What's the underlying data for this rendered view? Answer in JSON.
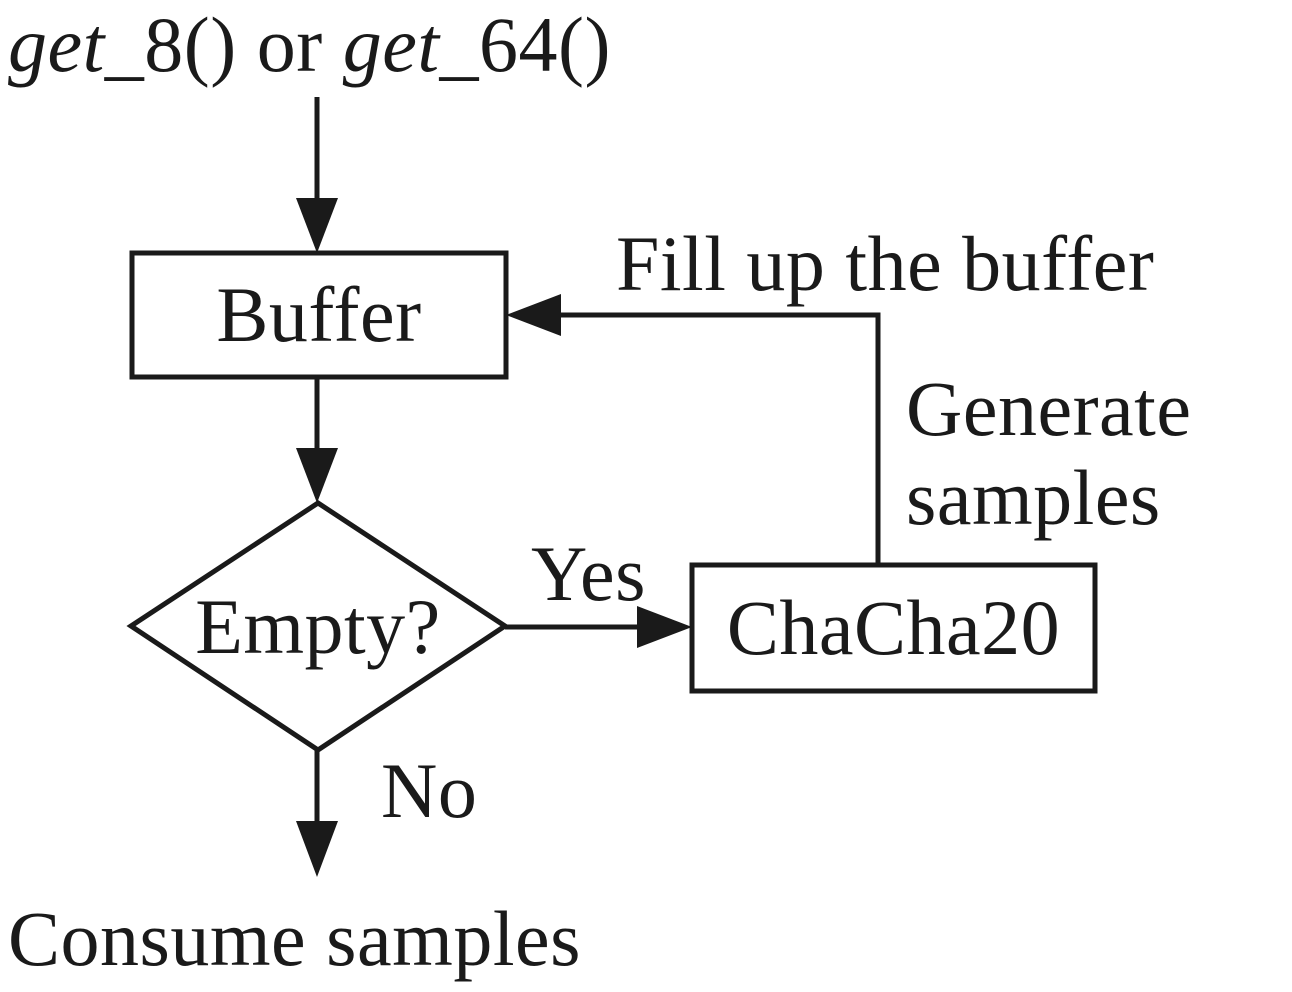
{
  "diagram": {
    "background": "#ffffff",
    "ink_color": "#1a1a1a",
    "caller": {
      "fn1_name": "get",
      "fn1_args": "_8()",
      "conjunction": " or ",
      "fn2_name": "get",
      "fn2_args": "_64()"
    },
    "nodes": {
      "buffer": {
        "label": "Buffer",
        "shape": "rectangle"
      },
      "decision": {
        "label": "Empty?",
        "shape": "diamond"
      },
      "generator": {
        "label": "ChaCha20",
        "shape": "rectangle"
      }
    },
    "edge_labels": {
      "yes": "Yes",
      "no": "No",
      "fill_buffer": "Fill up the buffer",
      "generate_samples": "Generate samples",
      "consume_samples": "Consume samples"
    }
  }
}
